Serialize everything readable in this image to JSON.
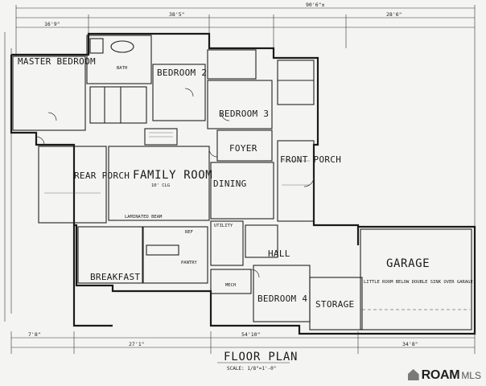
{
  "plan": {
    "title": "FLOOR PLAN",
    "scale": "SCALE: 1/8\"=1'-0\"",
    "rooms": {
      "master_bedroom": "MASTER BEDROOM",
      "bedroom2": "BEDROOM 2",
      "bedroom3": "BEDROOM 3",
      "bedroom4": "BEDROOM 4",
      "family_room": "FAMILY ROOM",
      "dining": "DINING",
      "foyer": "FOYER",
      "front_porch": "FRONT PORCH",
      "rear_porch": "REAR PORCH",
      "breakfast": "BREAKFAST",
      "garage": "GARAGE",
      "storage": "STORAGE",
      "hall": "HALL",
      "bath": "BATH",
      "utility": "UTILITY"
    },
    "top_dims": {
      "overall": "90'6\"±",
      "left": "16'9\"",
      "mid": "38'5\"",
      "right": "28'6\""
    },
    "bottom_dims": {
      "a": "7'8\"",
      "b": "27'1\"",
      "c": "54'10\"",
      "d": "34'8\""
    },
    "notes": {
      "laminated_beam": "LAMINATED BEAM",
      "mech": "MECH",
      "ref": "REF",
      "pantry": "PANTRY",
      "family_height": "10' CLG",
      "garage_note": "LITTLE ROOM BELOW DOUBLE SINK OVER GARAGE"
    }
  },
  "brand": {
    "name": "ROAM",
    "suffix": "MLS"
  }
}
